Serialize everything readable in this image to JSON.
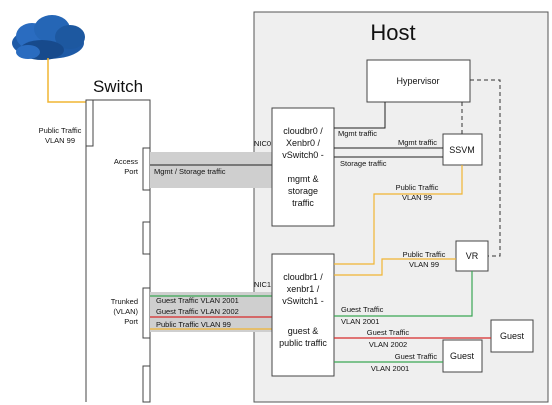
{
  "colors": {
    "public_traffic": "#f0b533",
    "guest_vlan_2001": "#3aa655",
    "guest_vlan_2002": "#d62a2a",
    "traffic_band": "#cfcfcf",
    "host_bg": "#efefef",
    "cloud": "#1e5aa6"
  },
  "labels": {
    "switch": "Switch",
    "host": "Host",
    "internet_public_l1": "Public Traffic",
    "internet_public_l2": "VLAN 99",
    "access_port_l1": "Access",
    "access_port_l2": "Port",
    "trunked_port_l1": "Trunked",
    "trunked_port_l2": "(VLAN)",
    "trunked_port_l3": "Port",
    "nic0": "NIC0",
    "nic1": "NIC1",
    "mgmt_storage_traffic": "Mgmt / Storage traffic",
    "guest_vlan_2001": "Guest Traffic VLAN 2001",
    "guest_vlan_2002": "Guest Traffic VLAN 2002",
    "public_vlan_99": "Public Traffic VLAN 99"
  },
  "bridges": {
    "br0": {
      "l1": "cloudbr0 /",
      "l2": "Xenbr0 /",
      "l3": "vSwitch0 -",
      "l4": "mgmt &",
      "l5": "storage",
      "l6": "traffic"
    },
    "br1": {
      "l1": "cloudbr1 /",
      "l2": "xenbr1 /",
      "l3": "vSwitch1 -",
      "l4": "guest &",
      "l5": "public traffic"
    }
  },
  "nodes": {
    "hypervisor": "Hypervisor",
    "ssvm": "SSVM",
    "vr": "VR",
    "guest1": "Guest",
    "guest2": "Guest"
  },
  "edge_labels": {
    "mgmt_traffic_1": "Mgmt traffic",
    "mgmt_traffic_2": "Mgmt traffic",
    "storage_traffic": "Storage traffic",
    "ssvm_public_l1": "Public Traffic",
    "ssvm_public_l2": "VLAN 99",
    "vr_public_l1": "Public Traffic",
    "vr_public_l2": "VLAN 99",
    "vr_guest_l1": "Guest Traffic",
    "vr_guest_l2": "VLAN 2001",
    "guest_2002_l1": "Guest Traffic",
    "guest_2002_l2": "VLAN 2002",
    "guest_2001_l1": "Guest Traffic",
    "guest_2001_l2": "VLAN 2001"
  }
}
